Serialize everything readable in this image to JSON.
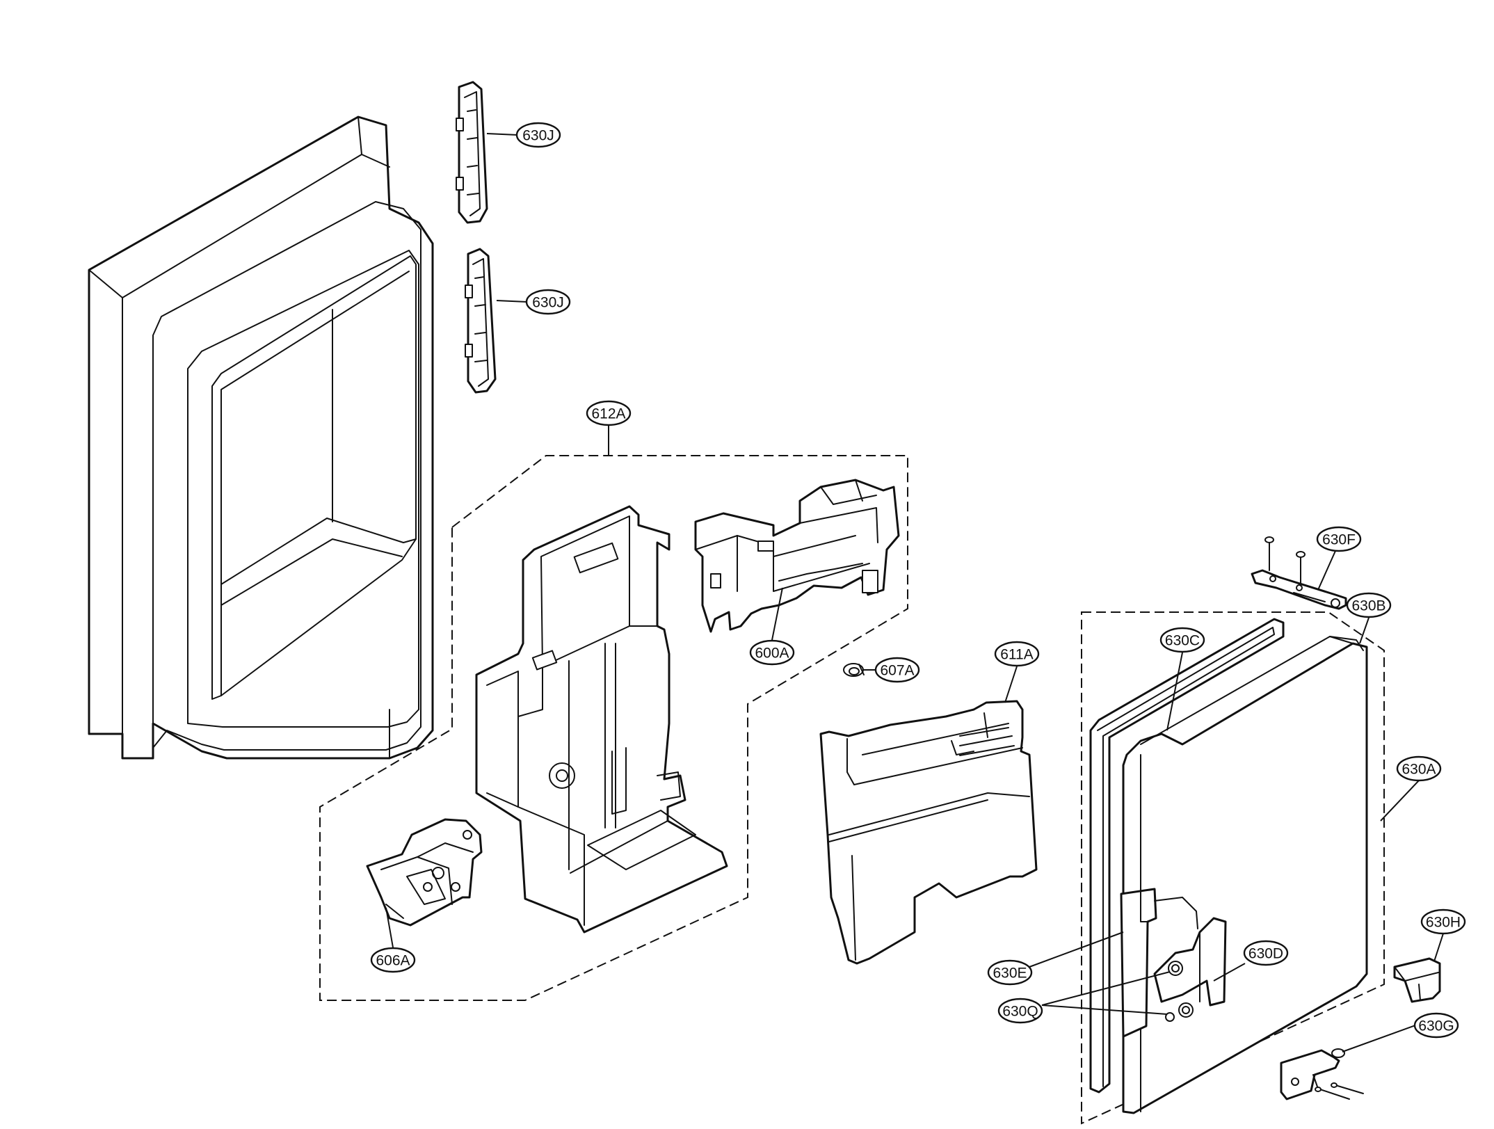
{
  "diagram": {
    "labels": {
      "630J_top": "630J",
      "630J_bottom": "630J",
      "612A": "612A",
      "600A": "600A",
      "607A": "607A",
      "611A": "611A",
      "606A": "606A",
      "630F": "630F",
      "630B": "630B",
      "630C": "630C",
      "630A": "630A",
      "630H": "630H",
      "630D": "630D",
      "630E": "630E",
      "630Q": "630Q",
      "630G": "630G"
    }
  }
}
